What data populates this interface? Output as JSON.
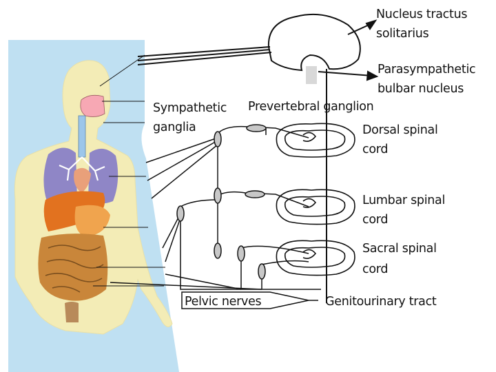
{
  "labels": {
    "nucleus_tractus_1": "Nucleus tractus",
    "nucleus_tractus_2": "solitarius",
    "parasympathetic_1": "Parasympathetic",
    "parasympathetic_2": "bulbar nucleus",
    "sympathetic_1": "Sympathetic",
    "sympathetic_2": "ganglia",
    "prevertebral": "Prevertebral ganglion",
    "dorsal_1": "Dorsal spinal",
    "dorsal_2": "cord",
    "lumbar_1": "Lumbar spinal",
    "lumbar_2": "cord",
    "sacral_1": "Sacral spinal",
    "sacral_2": "cord",
    "pelvic_nerves": "Pelvic nerves",
    "genitourinary": "Genitourinary tract"
  },
  "colors": {
    "body_background": "#bfe0f2",
    "body_silhouette": "#f3ecb6",
    "lungs": "#8f86c6",
    "liver": "#e2721f",
    "stomach": "#f0a44e",
    "intestines": "#c9863a",
    "line": "#111111"
  }
}
